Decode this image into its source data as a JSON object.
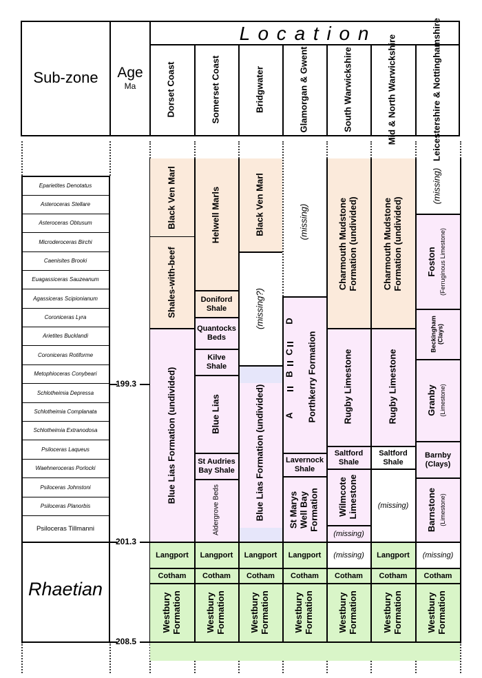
{
  "header": {
    "subzone_title": "Sub-zone",
    "age_title": "Age",
    "age_unit": "Ma",
    "location_title": "L o c a t i o n",
    "locations": [
      "Dorset Coast",
      "Somerset Coast",
      "Bridgwater",
      "Glamorgan & Gwent",
      "South Warwickshire",
      "Mid & North Warwickshire",
      "Leicestershire & Nottinghamshire"
    ]
  },
  "subzones": [
    "Eparietites Denotatus",
    "Asteroceras Stellare",
    "Asteroceras Obtusum",
    "Microderoceras Birchi",
    "Caenisites Brooki",
    "Euagassiceras Sauzeanum",
    "Agassiceras Scipionianum",
    "Coroniceras Lyra",
    "Arietites Bucklandi",
    "Coroniceras Rotiforme",
    "Metophioceras Conybeari",
    "Schlotheimia Depressa",
    "Schlotheimia Complanata",
    "Schlotheimia Extranodosa",
    "Psiloceras Laqueus",
    "Waehneroceras Porlocki",
    "Psiloceras Johnstoni",
    "Psiloceras Planorbis",
    "Psiloceras Tillmanni"
  ],
  "rhaetian": "Rhaetian",
  "ages": [
    "199.3",
    "201.3",
    "208.5"
  ],
  "colors": {
    "marl": "#fbeadb",
    "lias": "#fbeafb",
    "rhaetic": "#d9f5c8",
    "blue": "#e6e6fa",
    "line": "#000000"
  },
  "formations": {
    "dorset": {
      "black_ven": "Black Ven Marl",
      "shales_beef": "Shales-with-beef",
      "blue_lias": "Blue Lias Formation (undivided)"
    },
    "somerset": {
      "helwell": "Helwell Marls",
      "doniford_1": "Doniford",
      "doniford_2": "Shale",
      "quantocks_1": "Quantocks",
      "quantocks_2": "Beds",
      "kilve_1": "Kilve",
      "kilve_2": "Shale",
      "blue_lias": "Blue Lias",
      "st_audries_1": "St Audries",
      "st_audries_2": "Bay Shale",
      "aldergrove": "Aldergrove Beds"
    },
    "bridgwater": {
      "black_ven": "Black Ven Marl",
      "missing_q": "(missing?)",
      "blue_lias": "Blue Lias Formation (undivided)"
    },
    "glamorgan": {
      "missing": "(missing)",
      "d": "D",
      "c": "C",
      "b": "B",
      "a": "A",
      "porthkerry": "Porthkerry Formation",
      "lavernock_1": "Lavernock",
      "lavernock_2": "Shale",
      "st_marys_1": "St Marys",
      "st_marys_2": "Well Bay",
      "st_marys_3": "Formation"
    },
    "south_warks": {
      "charmouth_1": "Charmouth Mudstone",
      "charmouth_2": "Formation (undivided)",
      "rugby": "Rugby Limestone",
      "saltford_1": "Saltford",
      "saltford_2": "Shale",
      "wilmcote_1": "Wilmcote",
      "wilmcote_2": "Limestone",
      "missing": "(missing)"
    },
    "mid_north_warks": {
      "charmouth_1": "Charmouth Mudstone",
      "charmouth_2": "Formation (undivided)",
      "rugby": "Rugby Limestone",
      "saltford_1": "Saltford",
      "saltford_2": "Shale",
      "missing": "(missing)"
    },
    "leics": {
      "missing": "(missing)",
      "foston_1": "Foston",
      "foston_2": "(Ferruginous Limestone)",
      "beckingham_1": "Beckingham",
      "beckingham_2": "(Clays)",
      "granby_1": "Granby",
      "granby_2": "(Limestone)",
      "barnby_1": "Barnby",
      "barnby_2": "(Clays)",
      "barnstone_1": "Barnstone",
      "barnstone_2": "(Limestone)"
    },
    "rhaetic": {
      "langport": "Langport",
      "missing": "(missing)",
      "cotham": "Cotham",
      "westbury_1": "Westbury",
      "westbury_2": "Formation"
    }
  }
}
